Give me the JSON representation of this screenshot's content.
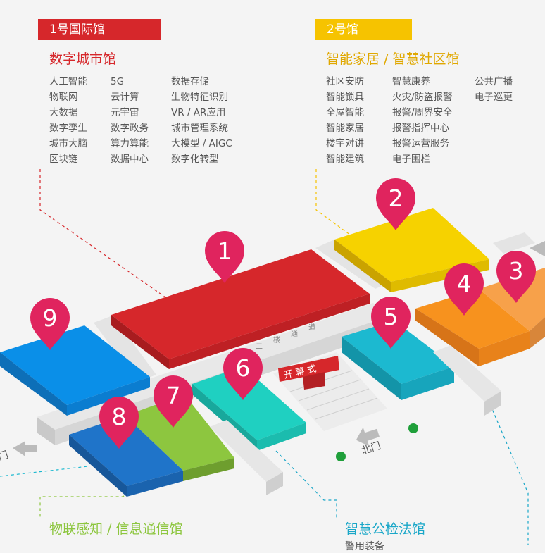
{
  "hall1": {
    "tag": "1号国际馆",
    "title": "数字城市馆",
    "columns": [
      [
        "人工智能",
        "物联网",
        "大数据",
        "数字孪生",
        "城市大脑",
        "区块链"
      ],
      [
        "5G",
        "云计算",
        "元宇宙",
        "数字政务",
        "算力算能",
        "数据中心"
      ],
      [
        "数据存储",
        "生物特征识别",
        "VR / AR应用",
        "城市管理系统",
        "大模型 / AIGC",
        "数字化转型"
      ]
    ]
  },
  "hall2": {
    "tag": "2号馆",
    "title": "智能家居 / 智慧社区馆",
    "columns": [
      [
        "社区安防",
        "智能锁具",
        "全屋智能",
        "智能家居",
        "楼宇对讲",
        "智能建筑"
      ],
      [
        "智慧康养",
        "火灾/防盗报警",
        "报警/周界安全",
        "报警指挥中心",
        "报警运营服务",
        "电子围栏"
      ],
      [
        "公共广播",
        "电子巡更"
      ]
    ]
  },
  "hall_bottom_left": {
    "title": "物联感知 / 信息通信馆"
  },
  "hall_bottom_right": {
    "title": "智慧公检法馆",
    "subtitle": "警用装备"
  },
  "map": {
    "pins": [
      "1",
      "2",
      "3",
      "4",
      "5",
      "6",
      "7",
      "8",
      "9"
    ],
    "corridor_label": [
      "二",
      "楼",
      "通",
      "道"
    ],
    "stage_label": "开幕式",
    "gate_north": "北门",
    "gate_east": "东门"
  },
  "colors": {
    "hall1": "#d6272b",
    "hall2": "#f6c300",
    "hall3": "#f7a14a",
    "hall4": "#f7921e",
    "hall5": "#1cb9d0",
    "hall6": "#1fd0c1",
    "hall7": "#8dc63f",
    "hall8": "#1f74c9",
    "hall9": "#0a8fe8",
    "pin": "#e0245e"
  }
}
